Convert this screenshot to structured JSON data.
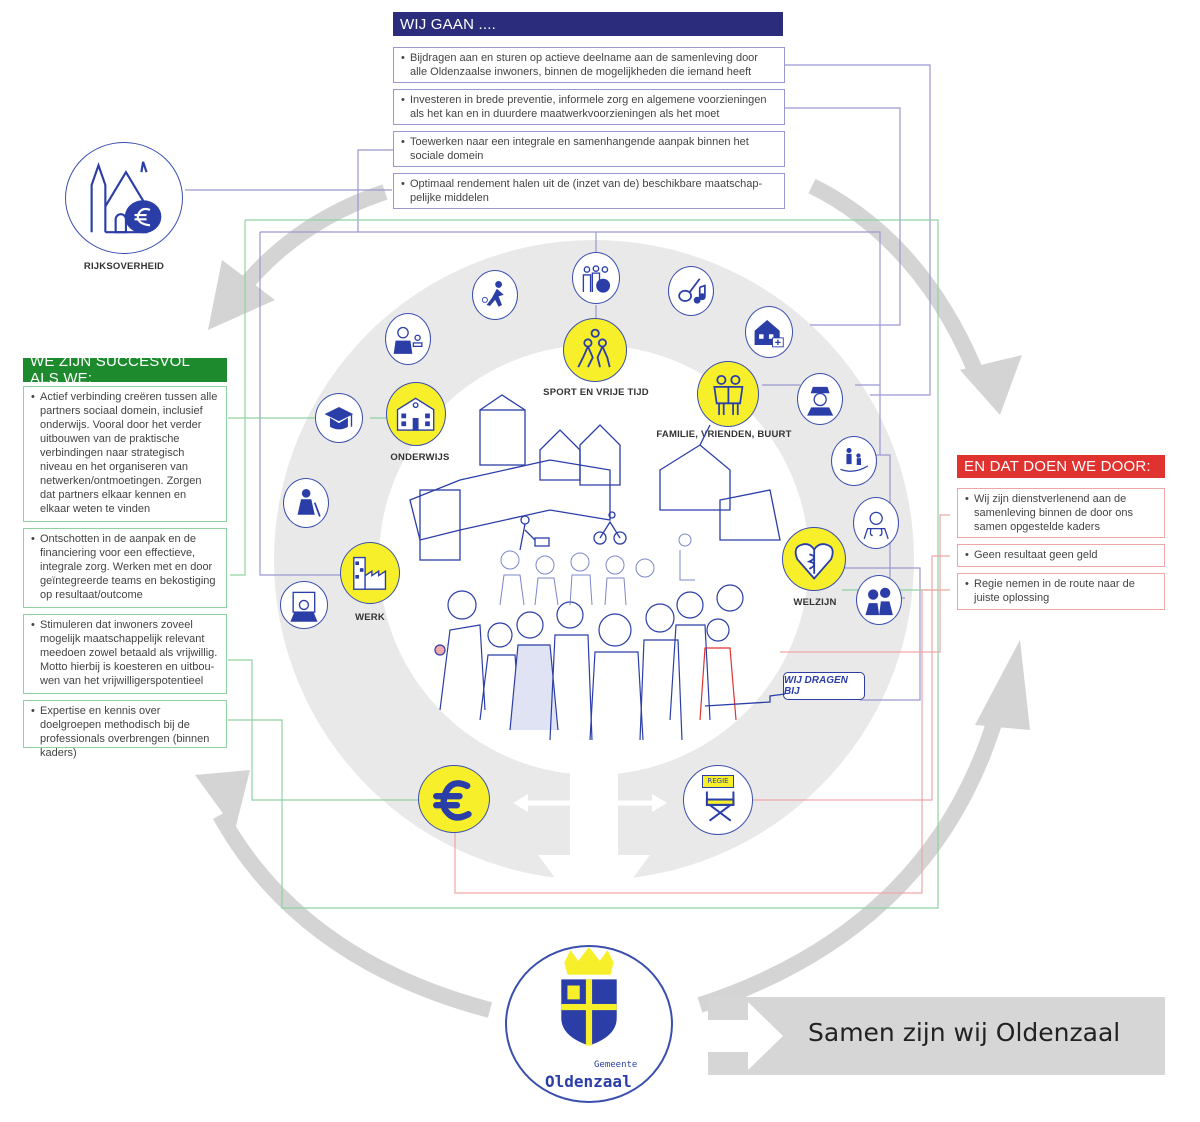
{
  "wij_gaan": {
    "title": "WIJ GAAN ....",
    "color": "#2b2d7c",
    "items": [
      "Bijdragen aan en sturen op actieve deelname aan de samenleving door alle Oldenzaalse inwoners, binnen de mogelijkheden die iemand heeft",
      "Investeren in brede preventie, informele zorg en algemene voorzieningen als het kan en in duurdere maatwerkvoorzieningen als het moet",
      "Toewerken naar een integrale en samenhangende aanpak binnen het sociale domein",
      "Optimaal rendement halen uit de (inzet van de) beschikbare maatschap-pelijke middelen"
    ]
  },
  "succesvol": {
    "title": "WE ZIJN SUCCESVOL ALS WE:",
    "color": "#1e8a2e",
    "items": [
      "Actief verbinding creëren tussen alle partners sociaal domein, inclusief onderwijs. Vooral door het verder uitbouwen van de praktische verbindingen naar strategisch niveau en het organiseren van netwerken/ontmoetingen. Zorgen dat partners elkaar kennen en elkaar weten te vinden",
      "Ontschotten in de aanpak en de financiering voor een effectieve, integrale zorg. Werken met en door geïntegreerde teams en bekostiging op resultaat/outcome",
      "Stimuleren dat inwoners zoveel mogelijk maatschappelijk relevant meedoen zowel betaald als vrijwillig. Motto hierbij is koesteren en uitbou-wen van het vrijwilligerspotentieel",
      "Expertise en kennis over doelgroepen methodisch bij de professionals overbrengen (binnen kaders)"
    ]
  },
  "doen_door": {
    "title": "EN DAT DOEN WE DOOR:",
    "color": "#e0322f",
    "items": [
      "Wij zijn dienstverlenend aan de samenleving binnen de door ons samen opgestelde kaders",
      "Geen resultaat geen geld",
      "Regie nemen in de route naar de juiste oplossing"
    ]
  },
  "rijksoverheid": {
    "label": "RIJKSOVERHEID",
    "icon": "government-building-money-bag-icon"
  },
  "domains": [
    {
      "label": "SPORT EN VRIJE TIJD",
      "icon": "playing-children-icon"
    },
    {
      "label": "FAMILIE, VRIENDEN, BUURT",
      "icon": "friends-icon"
    },
    {
      "label": "ONDERWIJS",
      "icon": "school-building-icon"
    },
    {
      "label": "WERK",
      "icon": "factory-icon"
    },
    {
      "label": "WELZIJN",
      "icon": "heart-caduceus-icon"
    }
  ],
  "speech_bubble": "WIJ DRAGEN BIJ",
  "regie_sign": "REGIE",
  "logo": {
    "line1": "Gemeente",
    "line2": "Oldenzaal"
  },
  "motto": "Samen zijn wij Oldenzaal",
  "colors": {
    "blue_line": "#9a98d0",
    "green_line": "#8fd29f",
    "red_line": "#f0a6a6",
    "yellow": "#f7ef2a",
    "ink": "#2b3ea8",
    "ring": "#e8e8e8"
  }
}
